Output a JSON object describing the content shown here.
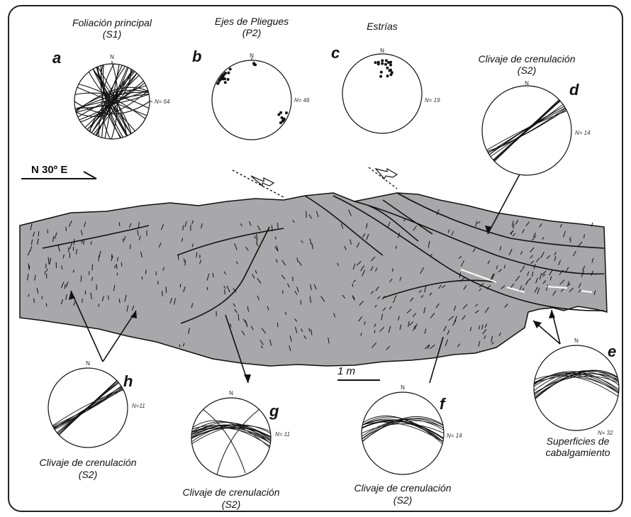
{
  "orientation": {
    "label": "N 30º E"
  },
  "scale_bar": {
    "label": "1 m"
  },
  "stereonets": [
    {
      "id": "a",
      "title_line1": "Foliación principal",
      "title_line2": "(S1)",
      "north": "N",
      "count": "N= 64",
      "kind": "planes-dense"
    },
    {
      "id": "b",
      "title_line1": "Ejes de Pliegues",
      "title_line2": "(P2)",
      "north": "N",
      "count": "N= 46",
      "kind": "points-ab"
    },
    {
      "id": "c",
      "title_line1": "Estrías",
      "title_line2": "",
      "north": "N",
      "count": "N= 19",
      "kind": "points-n"
    },
    {
      "id": "d",
      "title_line1": "Clivaje de crenulación",
      "title_line2": "(S2)",
      "north": "N",
      "count": "N= 14",
      "kind": "planes-nw"
    },
    {
      "id": "e",
      "title_line1": "Superficies de",
      "title_line2": "cabalgamiento",
      "north": "N",
      "count": "N= 32",
      "kind": "planes-n"
    },
    {
      "id": "f",
      "title_line1": "Clivaje de crenulación",
      "title_line2": "(S2)",
      "north": "N",
      "count": "N= 14",
      "kind": "planes-n"
    },
    {
      "id": "g",
      "title_line1": "Clivaje de crenulación",
      "title_line2": "(S2)",
      "north": "N",
      "count": "N= 11",
      "kind": "planes-n"
    },
    {
      "id": "h",
      "title_line1": "Clivaje de crenulación",
      "title_line2": "(S2)",
      "north": "N",
      "count": "N=11",
      "kind": "planes-nw"
    }
  ],
  "colors": {
    "outcrop_fill": "#a8a8aa",
    "ink": "#111111",
    "frame": "#222222"
  }
}
